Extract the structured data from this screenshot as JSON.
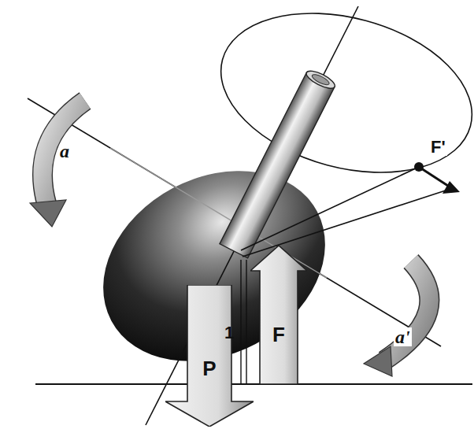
{
  "diagram": {
    "nodes": [
      {
        "text": [
          "P"
        ]
      },
      {
        "text": [
          "F"
        ]
      }
    ],
    "labels": [
      "a",
      "F'",
      "1",
      "a'"
    ]
  }
}
